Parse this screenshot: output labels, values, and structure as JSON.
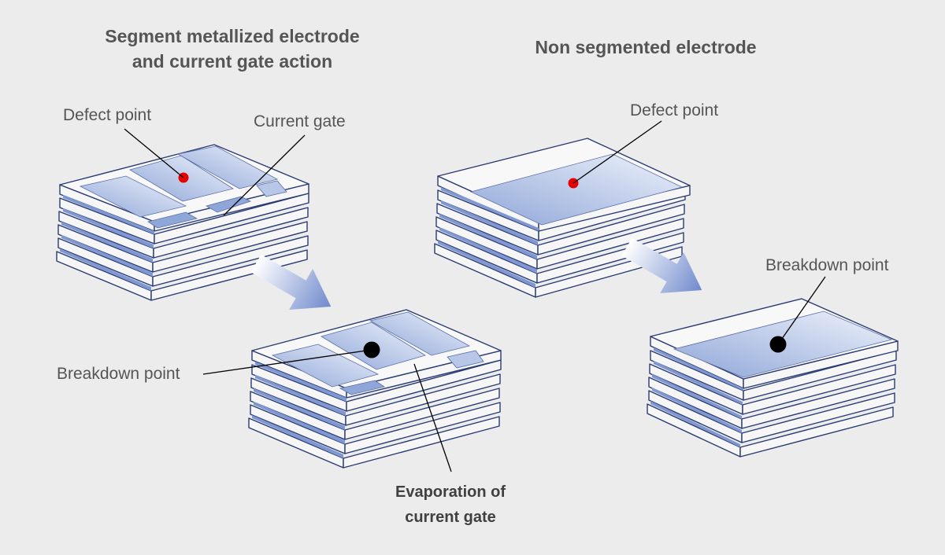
{
  "titles": {
    "segmented": [
      "Segment metallized electrode",
      "and current gate action"
    ],
    "non_segmented": "Non segmented electrode"
  },
  "labels": {
    "defect_point_left": "Defect point",
    "current_gate": "Current gate",
    "breakdown_point_left": "Breakdown point",
    "evaporation": [
      "Evaporation of",
      "current gate"
    ],
    "defect_point_right": "Defect point",
    "breakdown_point_right": "Breakdown point"
  },
  "colors": {
    "background": "#ececec",
    "sheet_fill": "#f6f6f6",
    "sheet_edge": "#2a3b73",
    "electrode_light": "#eef2fb",
    "electrode_dark": "#8fa6d8",
    "defect_dot": "#e60000",
    "breakdown_dot": "#000000",
    "arrow": "#6f89cc"
  }
}
